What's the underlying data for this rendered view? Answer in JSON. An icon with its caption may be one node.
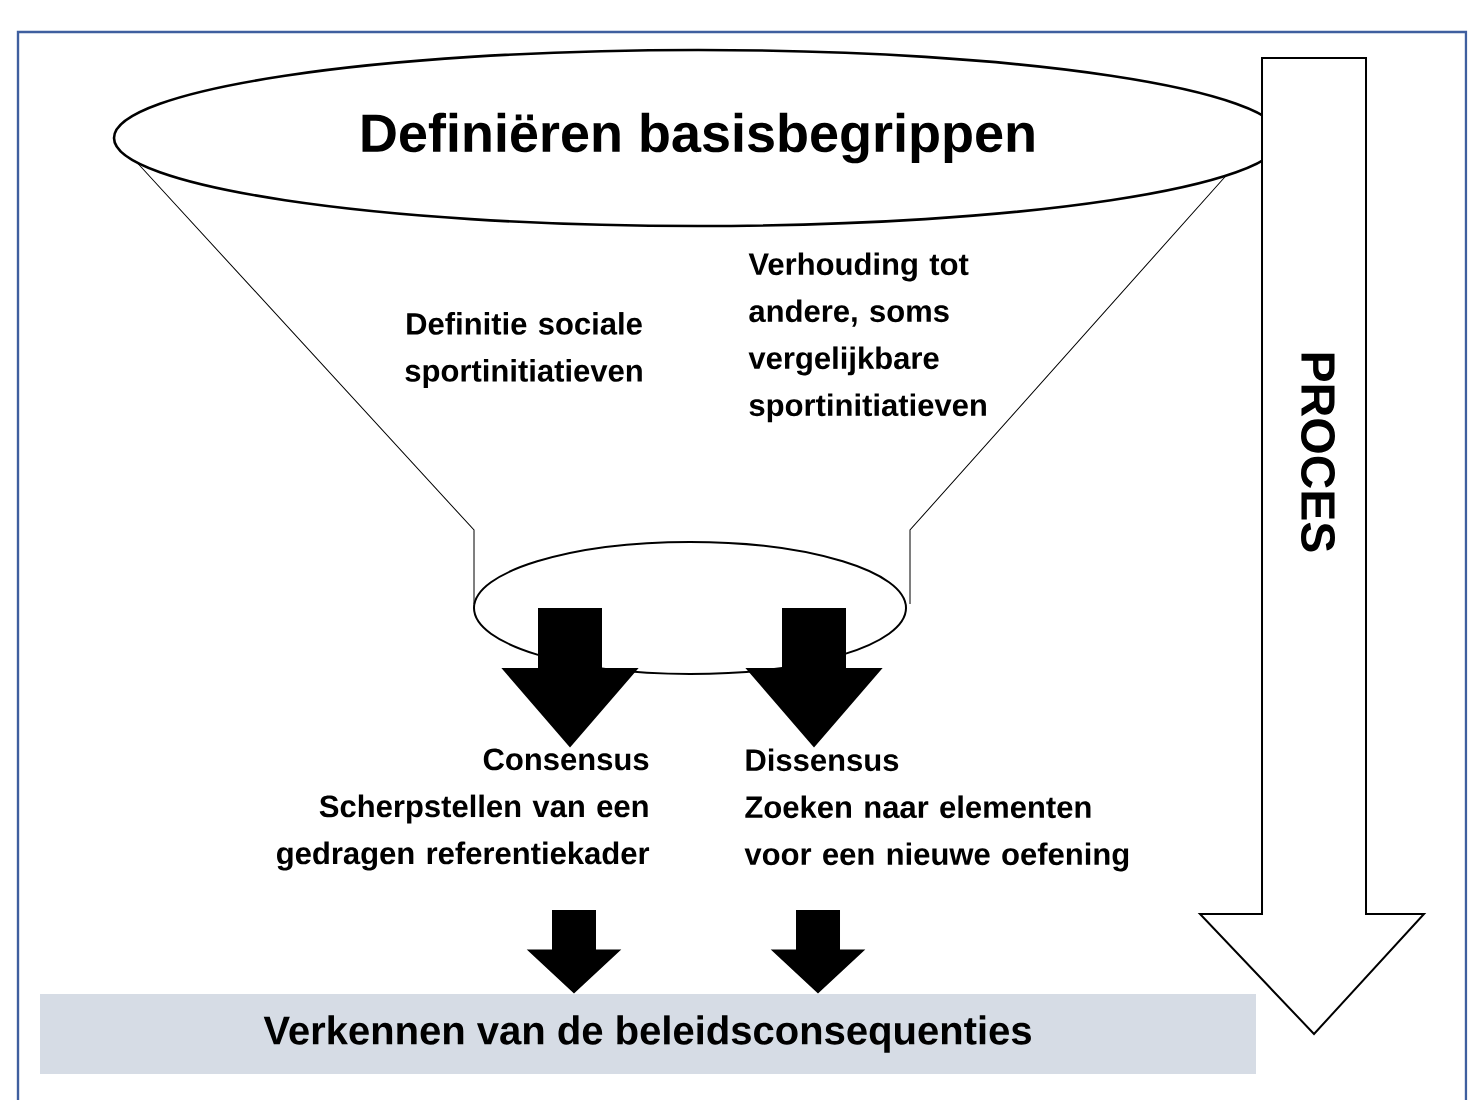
{
  "diagram": {
    "nodes": [
      {
        "text": [
          "Definiëren basisbegrippen"
        ]
      },
      {
        "text": [],
        "shape": "ellipse"
      },
      {
        "text": [
          "Consensus",
          "Scherpstellen van een gedragen referentiekader"
        ]
      },
      {
        "text": [
          "Dissensus",
          "Zoeken naar elementen voor een nieuwe oefening"
        ]
      },
      {
        "text": [
          "Verkennen van de beleidsconsequenties"
        ]
      },
      {
        "text": [
          "PROCES"
        ]
      }
    ],
    "edges": [
      {
        "from": 1,
        "to": 2,
        "arrow": "to"
      },
      {
        "from": 1,
        "to": 3,
        "arrow": "to"
      },
      {
        "from": 2,
        "to": 4,
        "arrow": "to"
      },
      {
        "from": 3,
        "to": 4,
        "arrow": "to"
      }
    ],
    "labels": [
      "Definitie sociale sportinitiatieven",
      "Verhouding tot andere, soms vergelijkbare sportinitiatieven"
    ]
  }
}
